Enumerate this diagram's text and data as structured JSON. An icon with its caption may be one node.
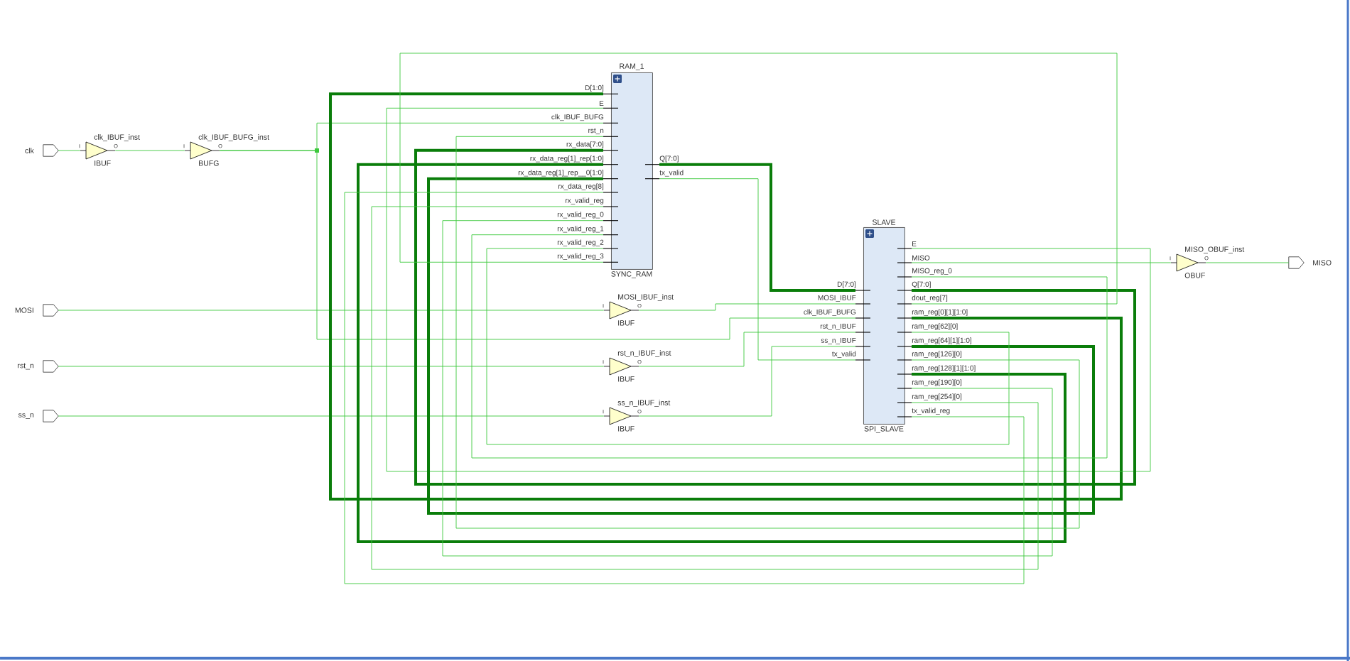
{
  "diagram": {
    "nodes": [
      {
        "text": [
          "clk"
        ]
      },
      {
        "text": [
          "clk_IBUF_inst",
          "IBUF"
        ],
        "beside": [
          "I",
          "O"
        ]
      },
      {
        "text": [
          "clk_IBUF_BUFG_inst",
          "BUFG"
        ],
        "beside": [
          "I",
          "O"
        ]
      },
      {
        "text": [
          "RAM_1",
          "D[1:0]",
          "E",
          "clk_IBUF_BUFG",
          "rst_n",
          "rx_data[7:0]",
          "rx_data_reg[1]_rep[1:0]",
          "rx_data_reg[1]_rep__0[1:0]",
          "rx_data_reg[8]",
          "rx_valid_reg",
          "rx_valid_reg_0",
          "rx_valid_reg_1",
          "rx_valid_reg_2",
          "rx_valid_reg_3",
          "Q[7:0]",
          "tx_valid",
          "SYNC_RAM"
        ]
      },
      {
        "text": [
          "SLAVE",
          "D[7:0]",
          "MOSI_IBUF",
          "clk_IBUF_BUFG",
          "rst_n_IBUF",
          "ss_n_IBUF",
          "tx_valid",
          "E",
          "MISO",
          "MISO_reg_0",
          "Q[7:0]",
          "dout_reg[7]",
          "ram_reg[0][1][1:0]",
          "ram_reg[62][0]",
          "ram_reg[64][1][1:0]",
          "ram_reg[126][0]",
          "ram_reg[128][1][1:0]",
          "ram_reg[190][0]",
          "ram_reg[254][0]",
          "tx_valid_reg",
          "SPI_SLAVE"
        ]
      },
      {
        "text": [
          "MISO_OBUF_inst",
          "OBUF"
        ],
        "beside": [
          "I",
          "O"
        ]
      },
      {
        "text": [
          "MISO"
        ]
      },
      {
        "text": [
          "MOSI"
        ]
      },
      {
        "text": [
          "MOSI_IBUF_inst",
          "IBUF"
        ],
        "beside": [
          "I",
          "O"
        ]
      },
      {
        "text": [
          "rst_n"
        ]
      },
      {
        "text": [
          "rst_n_IBUF_inst",
          "IBUF"
        ],
        "beside": [
          "I",
          "O"
        ]
      },
      {
        "text": [
          "ss_n"
        ]
      },
      {
        "text": [
          "ss_n_IBUF_inst",
          "IBUF"
        ],
        "beside": [
          "I",
          "O"
        ]
      }
    ],
    "edges": [
      {
        "from": 0,
        "to": 1,
        "arrow": "none"
      },
      {
        "from": 1,
        "to": 2,
        "arrow": "none"
      },
      {
        "from": 2,
        "to": 3,
        "arrow": "none"
      },
      {
        "from": 2,
        "to": 4,
        "arrow": "none"
      },
      {
        "from": 7,
        "to": 8,
        "arrow": "none"
      },
      {
        "from": 8,
        "to": 4,
        "arrow": "none"
      },
      {
        "from": 9,
        "to": 10,
        "arrow": "none"
      },
      {
        "from": 10,
        "to": 4,
        "arrow": "none"
      },
      {
        "from": 11,
        "to": 12,
        "arrow": "none"
      },
      {
        "from": 12,
        "to": 4,
        "arrow": "none"
      },
      {
        "from": 3,
        "to": 4,
        "arrow": "none",
        "style": "thick",
        "color": "#0a7d0a"
      },
      {
        "from": 3,
        "to": 4,
        "arrow": "none"
      },
      {
        "from": 4,
        "to": 5,
        "arrow": "none"
      },
      {
        "from": 5,
        "to": 6,
        "arrow": "none"
      },
      {
        "from": 4,
        "to": 3,
        "arrow": "none",
        "style": "thick",
        "color": "#0a7d0a"
      },
      {
        "from": 4,
        "to": 3,
        "arrow": "none"
      },
      {
        "from": 4,
        "to": 3,
        "arrow": "none",
        "style": "thick",
        "color": "#0a7d0a"
      },
      {
        "from": 4,
        "to": 3,
        "arrow": "none",
        "style": "thick",
        "color": "#0a7d0a"
      },
      {
        "from": 4,
        "to": 3,
        "arrow": "none",
        "style": "thick",
        "color": "#0a7d0a"
      },
      {
        "from": 4,
        "to": 3,
        "arrow": "none"
      },
      {
        "from": 4,
        "to": 3,
        "arrow": "none"
      },
      {
        "from": 4,
        "to": 3,
        "arrow": "none"
      },
      {
        "from": 4,
        "to": 3,
        "arrow": "none"
      },
      {
        "from": 4,
        "to": 3,
        "arrow": "none"
      },
      {
        "from": 4,
        "to": 3,
        "arrow": "none"
      },
      {
        "from": 4,
        "to": 3,
        "arrow": "none"
      }
    ]
  }
}
